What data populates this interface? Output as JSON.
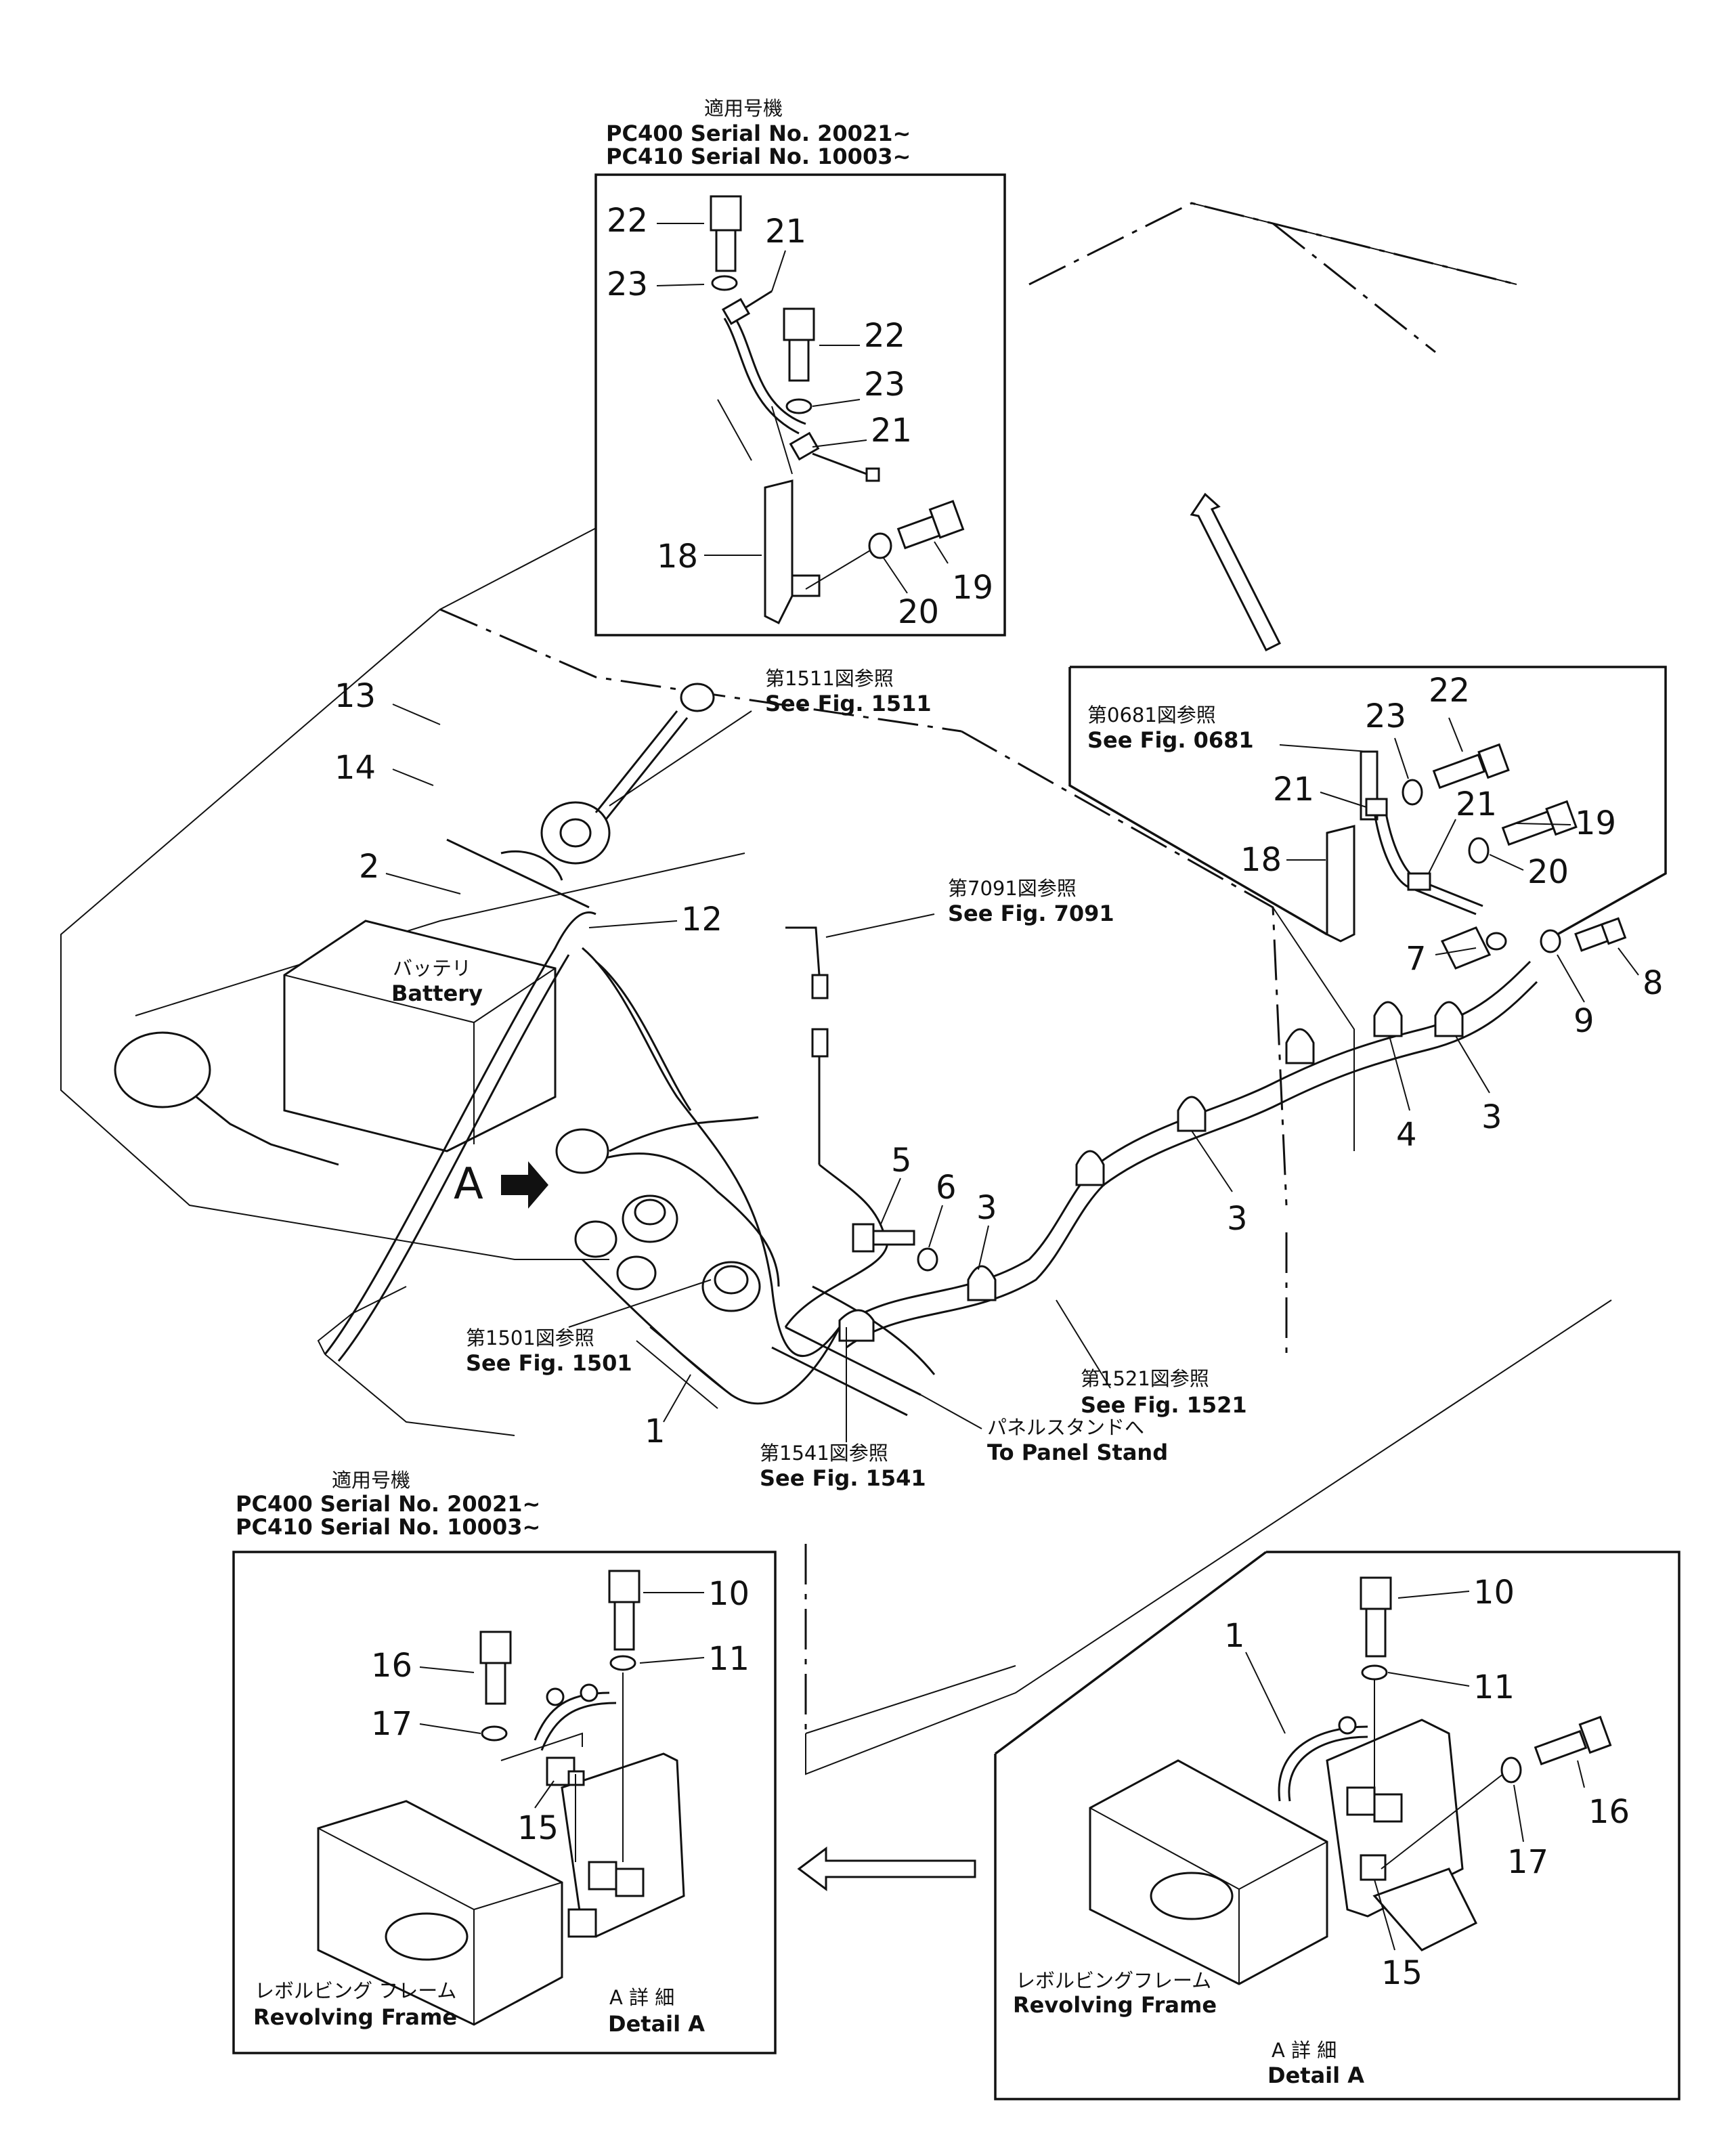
{
  "applicability_top": {
    "heading": "適用号機",
    "lines": [
      "PC400  Serial  No.  20021~",
      "PC410  Serial  No.  10003~"
    ]
  },
  "applicability_bottom": {
    "heading": "適用号機",
    "lines": [
      "PC400  Serial  No.  20021~",
      "PC410  Serial  No.  10003~"
    ]
  },
  "references": {
    "fig1511": [
      "第1511図参照",
      "See  Fig.  1511"
    ],
    "fig0681": [
      "第0681図参照",
      "See  Fig.  0681"
    ],
    "fig7091": [
      "第7091図参照",
      "See  Fig.  7091"
    ],
    "fig1501": [
      "第1501図参照",
      "See  Fig.  1501"
    ],
    "fig1521": [
      "第1521図参照",
      "See  Fig.  1521"
    ],
    "fig1541": [
      "第1541図参照",
      "See  Fig.  1541"
    ],
    "panel": [
      "パネルスタンドへ",
      "To  Panel  Stand"
    ]
  },
  "labels": {
    "battery_jp": "バッテリ",
    "battery_en": "Battery",
    "view_a": "A",
    "frame_left_jp": "レボルビング フレーム",
    "frame_left_en": "Revolving Frame",
    "frame_right_jp": "レボルビングフレーム",
    "frame_right_en": "Revolving  Frame",
    "detail_left_jp": "A 詳 細",
    "detail_left_en": "Detail A",
    "detail_right_jp": "A 詳 細",
    "detail_right_en": "Detail A"
  },
  "callouts": {
    "top_inset": [
      "22",
      "21",
      "23",
      "22",
      "23",
      "21",
      "18",
      "19",
      "20"
    ],
    "right_inset": [
      "22",
      "23",
      "21",
      "21",
      "19",
      "18",
      "20"
    ],
    "main": [
      "13",
      "14",
      "2",
      "12",
      "8",
      "7",
      "9",
      "4",
      "3",
      "3",
      "5",
      "6",
      "3",
      "1"
    ],
    "bottom_left": [
      "10",
      "11",
      "16",
      "17",
      "15"
    ],
    "bottom_right": [
      "10",
      "1",
      "11",
      "16",
      "17",
      "15"
    ]
  }
}
